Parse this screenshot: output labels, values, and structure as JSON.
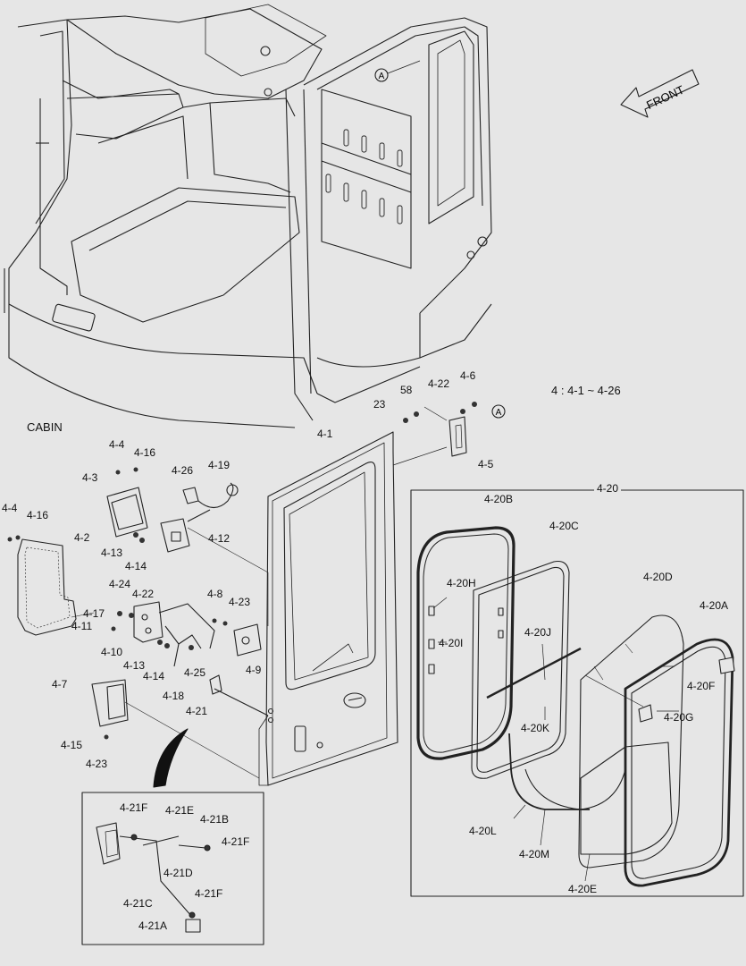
{
  "summary": "4 : 4-1 ~ 4-26",
  "front_label": "FRONT",
  "cabin_label": "CABIN",
  "ref_marker": "A",
  "inset_group_label": "4-20",
  "labels": {
    "l_4_1": "4-1",
    "l_4_2": "4-2",
    "l_4_3": "4-3",
    "l_4_4a": "4-4",
    "l_4_4b": "4-4",
    "l_4_5": "4-5",
    "l_4_6": "4-6",
    "l_4_7": "4-7",
    "l_4_8": "4-8",
    "l_4_9": "4-9",
    "l_4_10": "4-10",
    "l_4_11": "4-11",
    "l_4_12": "4-12",
    "l_4_13a": "4-13",
    "l_4_13b": "4-13",
    "l_4_14a": "4-14",
    "l_4_14b": "4-14",
    "l_4_15": "4-15",
    "l_4_16a": "4-16",
    "l_4_16b": "4-16",
    "l_4_17": "4-17",
    "l_4_18": "4-18",
    "l_4_19": "4-19",
    "l_4_21": "4-21",
    "l_4_22a": "4-22",
    "l_4_22b": "4-22",
    "l_4_23a": "4-23",
    "l_4_23b": "4-23",
    "l_4_24": "4-24",
    "l_4_25": "4-25",
    "l_4_26": "4-26",
    "l_23": "23",
    "l_58": "58",
    "l_4_20A": "4-20A",
    "l_4_20B": "4-20B",
    "l_4_20C": "4-20C",
    "l_4_20D": "4-20D",
    "l_4_20E": "4-20E",
    "l_4_20F": "4-20F",
    "l_4_20G": "4-20G",
    "l_4_20H": "4-20H",
    "l_4_20I": "4-20I",
    "l_4_20J": "4-20J",
    "l_4_20K": "4-20K",
    "l_4_20L": "4-20L",
    "l_4_20M": "4-20M",
    "l_4_21F_1": "4-21F",
    "l_4_21E": "4-21E",
    "l_4_21B": "4-21B",
    "l_4_21F_2": "4-21F",
    "l_4_21D": "4-21D",
    "l_4_21F_3": "4-21F",
    "l_4_21C": "4-21C",
    "l_4_21A": "4-21A"
  }
}
